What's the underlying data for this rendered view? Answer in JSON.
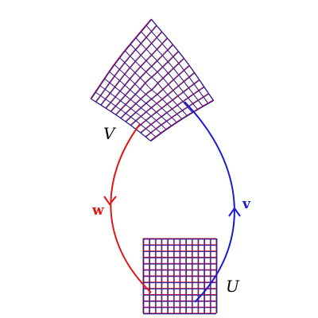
{
  "diagram": {
    "domain_label": "V",
    "codomain_label": "U",
    "map_w_label": "w",
    "map_v_label": "v",
    "grid_divisions": 12,
    "colors": {
      "grid_primary": "#1b1b9e",
      "grid_secondary": "#c0103a",
      "map_w": "#e01515",
      "map_v": "#1a1ad0",
      "text": "#000000"
    }
  }
}
